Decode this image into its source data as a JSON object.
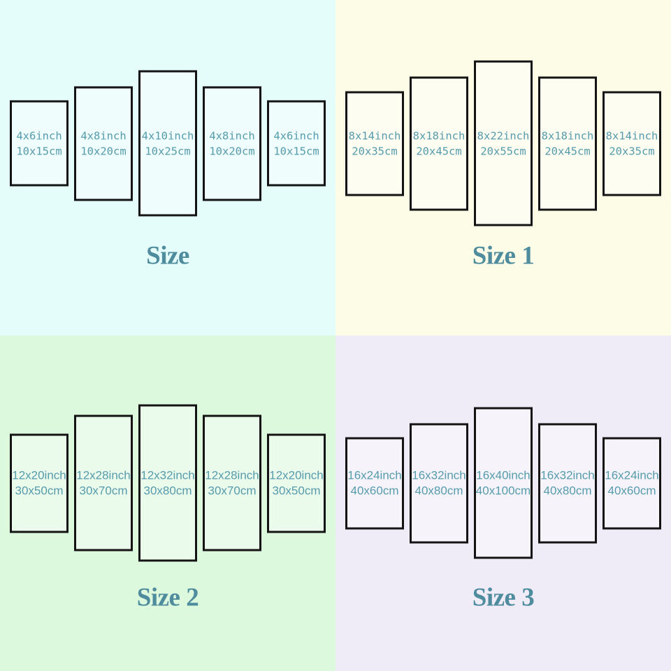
{
  "colors": {
    "panel_border": "#141414",
    "panel_fill_overlay": "rgba(255,255,255,0.42)",
    "label_text": "#569bac",
    "title_text": "#4f8c9e",
    "quadrant_backgrounds": [
      "#e4fdfa",
      "#fdfce7",
      "#dcf8dd",
      "#f0ecf7"
    ]
  },
  "quadrants": [
    {
      "title": "Size",
      "bg_color": "#e4fdfa",
      "panels": [
        {
          "inch": "4x6inch",
          "cm": "10x15cm",
          "display_height": 123
        },
        {
          "inch": "4x8inch",
          "cm": "10x20cm",
          "display_height": 164
        },
        {
          "inch": "4x10inch",
          "cm": "10x25cm",
          "display_height": 209
        },
        {
          "inch": "4x8inch",
          "cm": "10x20cm",
          "display_height": 164
        },
        {
          "inch": "4x6inch",
          "cm": "10x15cm",
          "display_height": 123
        }
      ]
    },
    {
      "title": "Size 1",
      "bg_color": "#fdfce7",
      "panels": [
        {
          "inch": "8x14inch",
          "cm": "20x35cm",
          "display_height": 150
        },
        {
          "inch": "8x18inch",
          "cm": "20x45cm",
          "display_height": 192
        },
        {
          "inch": "8x22inch",
          "cm": "20x55cm",
          "display_height": 237
        },
        {
          "inch": "8x18inch",
          "cm": "20x45cm",
          "display_height": 192
        },
        {
          "inch": "8x14inch",
          "cm": "20x35cm",
          "display_height": 150
        }
      ]
    },
    {
      "title": "Size 2",
      "bg_color": "#dcf8dd",
      "panels": [
        {
          "inch": "12x20inch",
          "cm": "30x50cm",
          "display_height": 142
        },
        {
          "inch": "12x28inch",
          "cm": "30x70cm",
          "display_height": 195
        },
        {
          "inch": "12x32inch",
          "cm": "30x80cm",
          "display_height": 225
        },
        {
          "inch": "12x28inch",
          "cm": "30x70cm",
          "display_height": 195
        },
        {
          "inch": "12x20inch",
          "cm": "30x50cm",
          "display_height": 142
        }
      ]
    },
    {
      "title": "Size 3",
      "bg_color": "#f0ecf7",
      "panels": [
        {
          "inch": "16x24inch",
          "cm": "40x60cm",
          "display_height": 132
        },
        {
          "inch": "16x32inch",
          "cm": "40x80cm",
          "display_height": 172
        },
        {
          "inch": "16x40inch",
          "cm": "40x100cm",
          "display_height": 217
        },
        {
          "inch": "16x32inch",
          "cm": "40x80cm",
          "display_height": 172
        },
        {
          "inch": "16x24inch",
          "cm": "40x60cm",
          "display_height": 132
        }
      ]
    }
  ]
}
